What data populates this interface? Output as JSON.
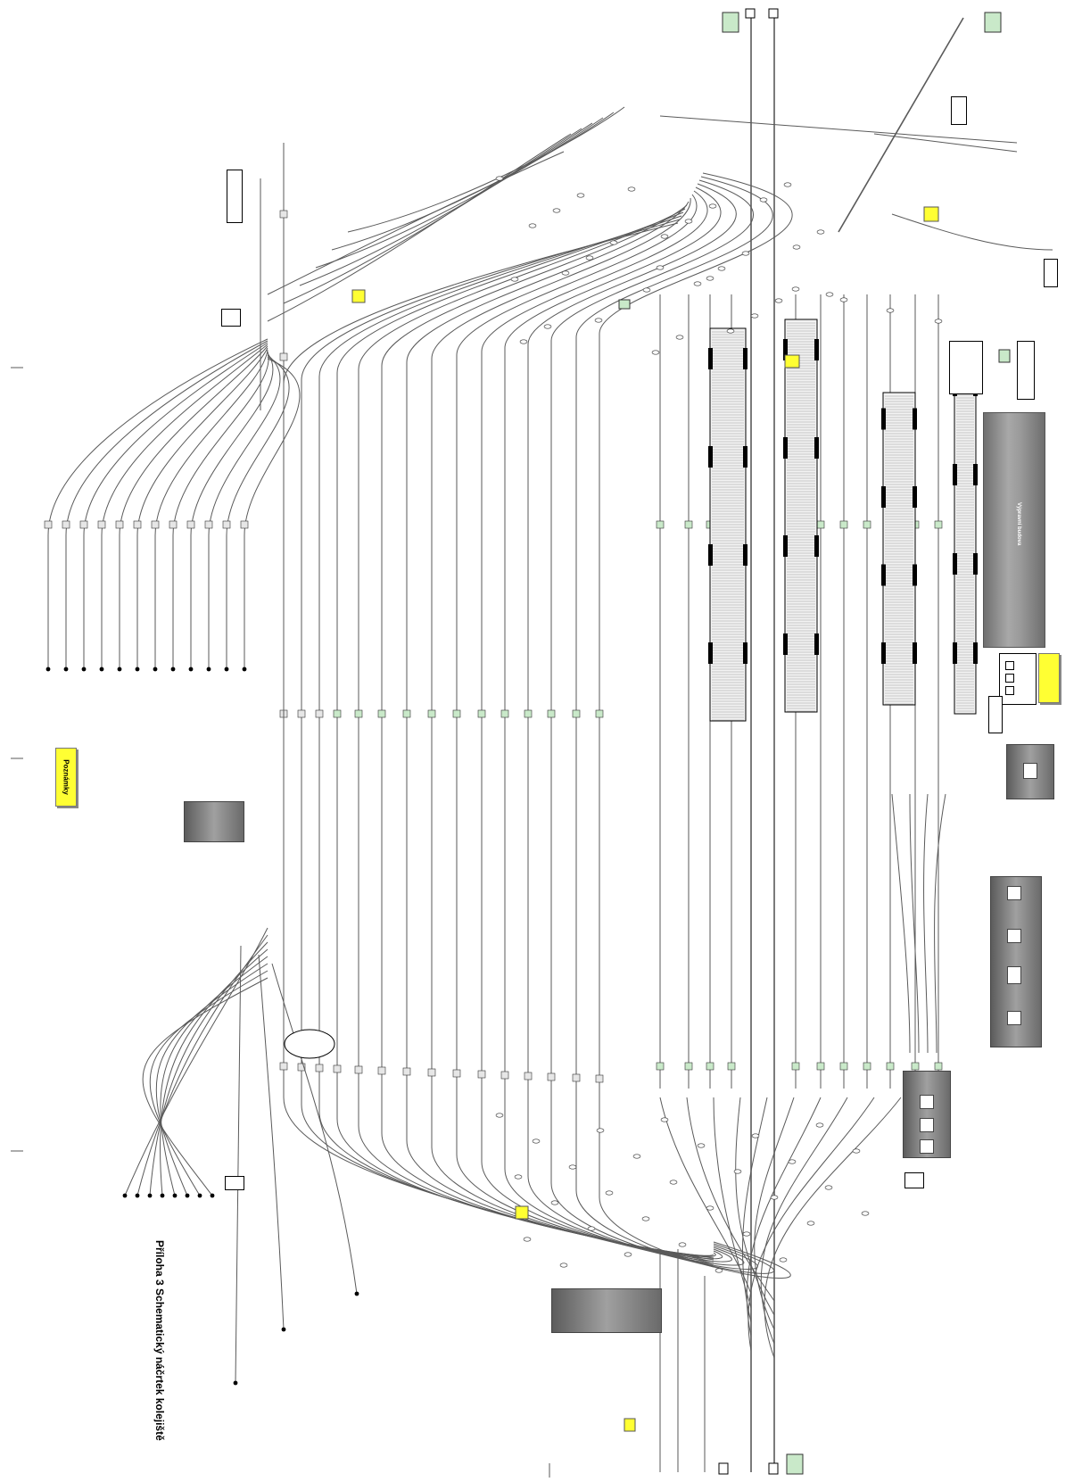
{
  "title": "Příloha 3 Schematický náčrtek kolejiště",
  "legend_label": "Poznámky",
  "building_label": "Výpravní budova",
  "colors": {
    "track": "#5a5a5a",
    "signal_green": "#c9e9c9",
    "highlight_yellow": "#ffff33",
    "hall_gray": "#8f8f8f",
    "ink": "#000000"
  }
}
